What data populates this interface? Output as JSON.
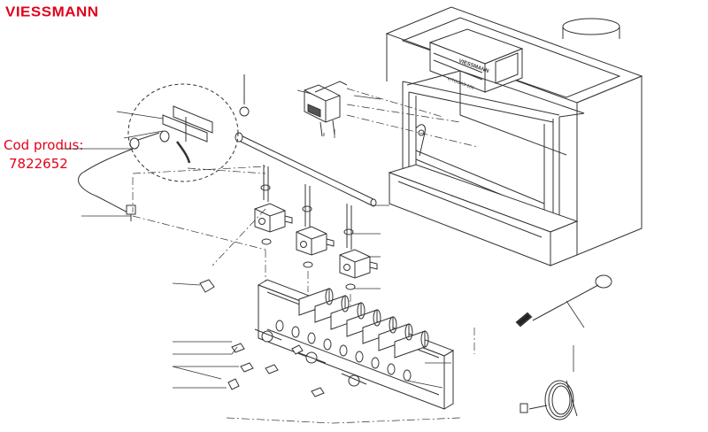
{
  "brand": {
    "logo_text": "VIESSMANN",
    "color": "#e2001a"
  },
  "product_code": {
    "label": "Cod produs:",
    "value": "7822652"
  },
  "unit_nameplate": {
    "brand": "VIESSMANN",
    "model": "VITOGAS 100"
  },
  "colors": {
    "line": "#333333",
    "accent": "#e2001a",
    "background": "#ffffff"
  }
}
